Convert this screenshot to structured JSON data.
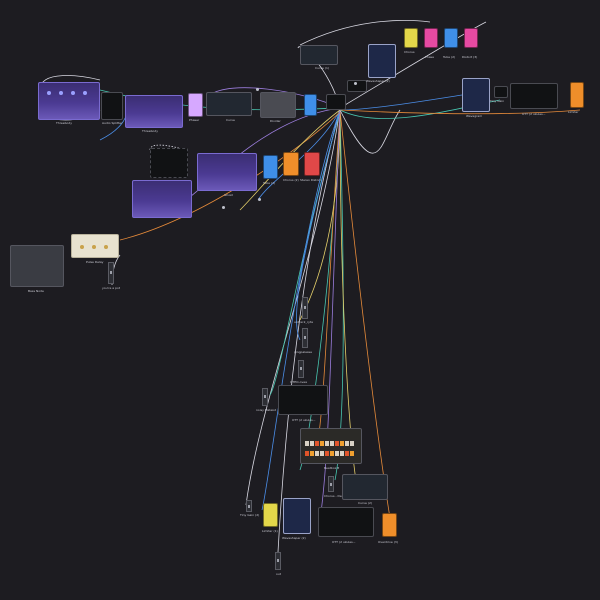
{
  "app": {
    "background": "#1d1c21"
  },
  "labels": {
    "threebody1": "Threebody",
    "audio_splitter": "Audio Splitter",
    "threebody2": "Threebody",
    "phaser": "Phaser",
    "curve": "Curve",
    "divider": "Divider",
    "curve_top": "Curve (1)",
    "chorus_top": "Chorus",
    "phase_top": "Phase",
    "tube_top": "Tube (2)",
    "distortion_top": "Distort (3)",
    "waveshaper_top": "Waveshaper (2)",
    "tiny_gain": "Tiny Gain",
    "wavegram": "Wavegram",
    "ott_top": "OTT (2 ukules...",
    "limiter_top": "Limiter",
    "ghost": "Ghost",
    "tube_mid": "Tube (1)",
    "chorus_mid": "Chorus (2)",
    "stereo_dist": "Stereo Distort",
    "bass_node": "Bass Node",
    "pulse_delay": "Pulse Delay",
    "youre_a_pot": "you're a pot",
    "mid_util1": "untrack_ryta",
    "mid_util2": "pingpalesse",
    "mid_util3": "OTEO-ovea",
    "ott_mid": "OTT (2 ukules...",
    "ott_left": "noisy Mateist",
    "beatbox": "Beatbox 8",
    "chorus_low": "Chorus - De...",
    "curve_low": "Curve (2)",
    "tiny_gain_low": "Tiny Gain (2)",
    "limiter_low": "Limiter (1)",
    "waveshaper_low": "Waveshaper (2)",
    "ott_low": "OTT (2 ukules...",
    "overdrive_low": "Overdrive (3)",
    "out": "out"
  },
  "colors": {
    "wire_white": "#d8d8e2",
    "wire_teal": "#48c6b0",
    "wire_blue": "#4b8ee8",
    "wire_orange": "#e58a3a",
    "wire_yellow": "#e4cf6a",
    "wire_purple": "#9b7ddc",
    "pedal_yellow": "#e3d74a",
    "pedal_pink": "#e64aa2",
    "pedal_blue": "#3f8fe8",
    "pedal_orange": "#ef8e2a",
    "pedal_red": "#e04848",
    "pedal_lilac": "#d6a8ff"
  }
}
